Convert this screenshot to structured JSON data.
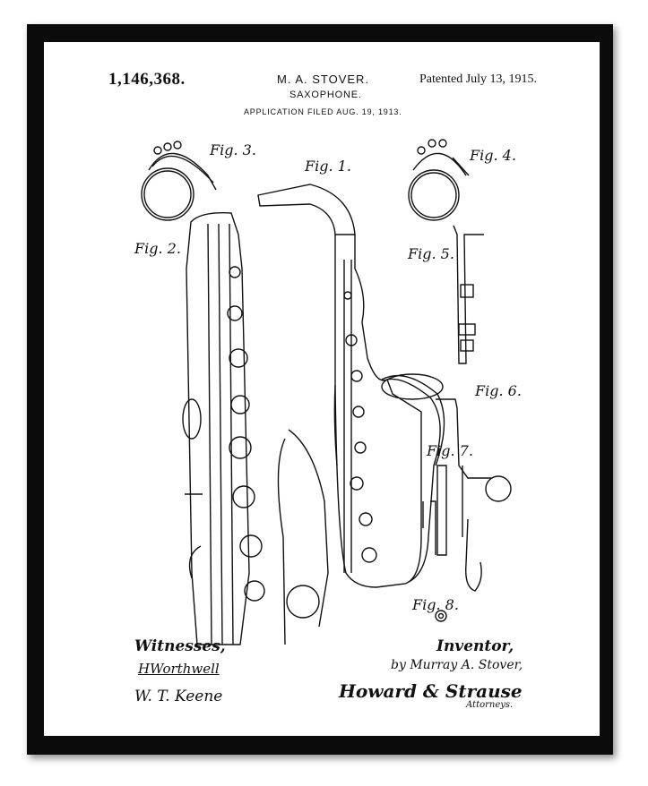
{
  "header": {
    "patent_number": "1,146,368.",
    "inventor": "M. A. STOVER.",
    "title": "SAXOPHONE.",
    "filed": "APPLICATION FILED AUG. 19, 1913.",
    "patented": "Patented July 13, 1915."
  },
  "figures": {
    "fig1": "Fig. 1.",
    "fig2": "Fig. 2.",
    "fig3": "Fig. 3.",
    "fig4": "Fig. 4.",
    "fig5": "Fig. 5.",
    "fig6": "Fig. 6.",
    "fig7": "Fig. 7.",
    "fig8": "Fig. 8."
  },
  "footer": {
    "witnesses_label": "Witnesses,",
    "witness_1": "HWorthwell",
    "witness_2": "W. T. Keene",
    "inventor_label": "Inventor,",
    "inventor_signature": "by Murray A. Stover,",
    "attorney_signature": "Howard & Strause",
    "attorneys_label": "Attorneys."
  },
  "colors": {
    "frame": "#0b0b0b",
    "mat": "#ffffff",
    "ink": "#111111"
  }
}
